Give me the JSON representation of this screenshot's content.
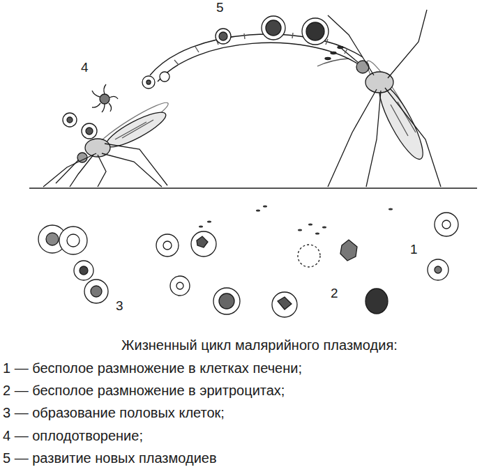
{
  "diagram": {
    "caption": "Жизненный цикл малярийного плазмодия:",
    "labels": [
      "5",
      "4",
      "1",
      "2",
      "3",
      "1 — бесполое размножение в клетках печени;",
      "2 — бесполое размножение в эритроцитах;",
      "3 — образование половых клеток;",
      "4 — оплодотворение;",
      "5 — развитие новых плазмодиев"
    ]
  }
}
